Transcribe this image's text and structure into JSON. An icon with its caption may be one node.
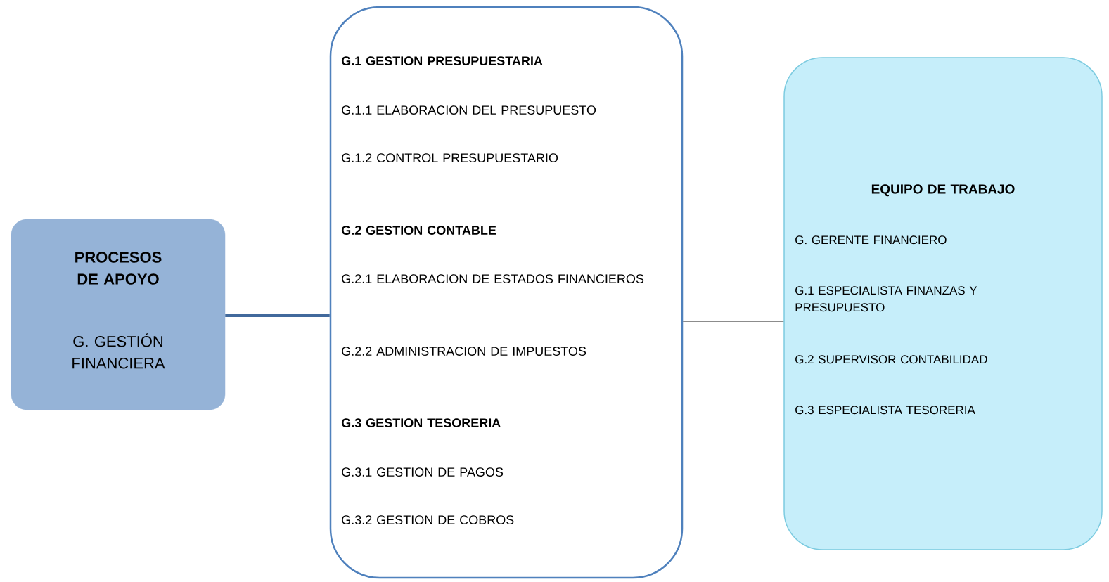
{
  "diagram": {
    "nodes": [
      {
        "text": [
          "PROCESOS DE APOYO",
          "G. GESTIÓN FINANCIERA"
        ]
      },
      {
        "text": [
          "G.1 GESTION PRESUPUESTARIA",
          "G.1.1 ELABORACION DEL PRESUPUESTO",
          "G.1.2 CONTROL PRESUPUESTARIO",
          "G.2 GESTION CONTABLE",
          "G.2.1 ELABORACION DE ESTADOS FINANCIEROS",
          "G.2.2 ADMINISTRACION DE IMPUESTOS",
          "G.3 GESTION TESORERIA",
          "G.3.1 GESTION DE PAGOS",
          "G.3.2 GESTION DE COBROS"
        ]
      },
      {
        "text": [
          "EQUIPO DE TRABAJO",
          "G. GERENTE FINANCIERO",
          "G.1 ESPECIALISTA FINANZAS Y PRESUPUESTO",
          "G.2 SUPERVISOR CONTABILIDAD",
          "G.3 ESPECIALISTA TESORERIA"
        ]
      }
    ],
    "edges": [
      {
        "from": 0,
        "to": 1,
        "arrow": "none",
        "style": "thick",
        "color": "#41699c"
      },
      {
        "from": 1,
        "to": 2,
        "arrow": "none",
        "color": "#000000"
      }
    ]
  }
}
